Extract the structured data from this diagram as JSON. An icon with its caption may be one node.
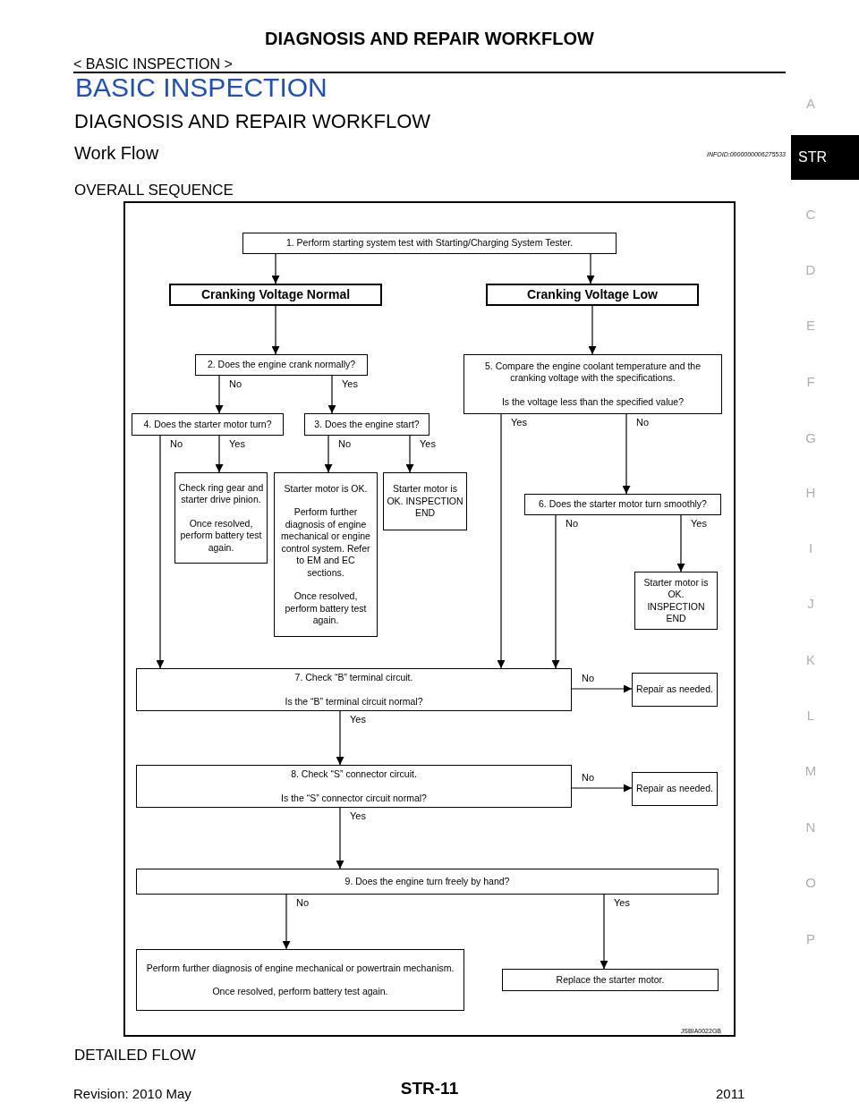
{
  "diagram": {
    "title": "DIAGNOSIS AND REPAIR WORKFLOW",
    "nodes": [
      {
        "text": [
          "1. Perform starting system test with Starting/Charging System Tester."
        ]
      },
      {
        "text": [
          "Cranking Voltage Normal"
        ]
      },
      {
        "text": [
          "Cranking Voltage Low"
        ]
      },
      {
        "text": [
          "2. Does the engine crank normally?"
        ]
      },
      {
        "text": [
          "5. Compare the engine coolant temperature and the cranking voltage with the specifications.",
          "Is the voltage less than the specified value?"
        ]
      },
      {
        "text": [
          "4. Does the starter motor turn?"
        ]
      },
      {
        "text": [
          "3. Does the engine start?"
        ]
      },
      {
        "text": [
          "Check ring gear and starter drive pinion.",
          "Once resolved, perform battery test again."
        ]
      },
      {
        "text": [
          "Starter motor is OK.",
          "Perform further diagnosis of engine mechanical or engine control system. Refer to EM and EC sections.",
          "Once resolved, perform battery test again."
        ]
      },
      {
        "text": [
          "Starter motor is OK. INSPECTION END"
        ]
      },
      {
        "text": [
          "6. Does the starter motor turn smoothly?"
        ]
      },
      {
        "text": [
          "Starter motor is OK. INSPECTION END"
        ]
      },
      {
        "text": [
          "7. Check “B” terminal circuit.",
          "Is the “B” terminal circuit normal?"
        ]
      },
      {
        "text": [
          "Repair as needed."
        ]
      },
      {
        "text": [
          "8. Check “S” connector circuit.",
          "Is the “S” connector circuit normal?"
        ]
      },
      {
        "text": [
          "Repair as needed."
        ]
      },
      {
        "text": [
          "9. Does the engine turn freely by hand?"
        ]
      },
      {
        "text": [
          "Perform further diagnosis of engine mechanical or powertrain mechanism.",
          "Once resolved, perform battery test again."
        ]
      },
      {
        "text": [
          "Replace the starter motor."
        ]
      }
    ],
    "edges": [
      {
        "from": 0,
        "to": 1,
        "arrow": "to"
      },
      {
        "from": 0,
        "to": 2,
        "arrow": "to"
      },
      {
        "from": 1,
        "to": 3,
        "arrow": "to"
      },
      {
        "from": 2,
        "to": 4,
        "arrow": "to"
      },
      {
        "from": 3,
        "to": 5,
        "arrow": "to",
        "label": "No"
      },
      {
        "from": 3,
        "to": 6,
        "arrow": "to",
        "label": "Yes"
      },
      {
        "from": 5,
        "to": 12,
        "arrow": "to",
        "label": "No"
      },
      {
        "from": 5,
        "to": 7,
        "arrow": "to",
        "label": "Yes"
      },
      {
        "from": 6,
        "to": 8,
        "arrow": "to",
        "label": "No"
      },
      {
        "from": 6,
        "to": 9,
        "arrow": "to",
        "label": "Yes"
      },
      {
        "from": 4,
        "to": 12,
        "arrow": "to",
        "label": "Yes"
      },
      {
        "from": 4,
        "to": 10,
        "arrow": "to",
        "label": "No"
      },
      {
        "from": 10,
        "to": 12,
        "arrow": "to",
        "label": "No"
      },
      {
        "from": 10,
        "to": 11,
        "arrow": "to",
        "label": "Yes"
      },
      {
        "from": 12,
        "to": 13,
        "arrow": "to",
        "label": "No"
      },
      {
        "from": 12,
        "to": 14,
        "arrow": "to",
        "label": "Yes"
      },
      {
        "from": 14,
        "to": 15,
        "arrow": "to",
        "label": "No"
      },
      {
        "from": 14,
        "to": 16,
        "arrow": "to",
        "label": "Yes"
      },
      {
        "from": 16,
        "to": 17,
        "arrow": "to",
        "label": "No"
      },
      {
        "from": 16,
        "to": 18,
        "arrow": "to",
        "label": "Yes"
      }
    ],
    "labels": [
      "< BASIC INSPECTION >",
      "BASIC INSPECTION",
      "DIAGNOSIS AND REPAIR WORKFLOW",
      "Work Flow",
      "INFOID:0000000006275533",
      "OVERALL SEQUENCE",
      "A",
      "STR",
      "C",
      "D",
      "E",
      "F",
      "G",
      "H",
      "I",
      "J",
      "K",
      "L",
      "M",
      "N",
      "O",
      "P",
      "JSBIA0022GB",
      "DETAILED FLOW",
      "Revision: 2010 May",
      "STR-11",
      "2011"
    ]
  }
}
